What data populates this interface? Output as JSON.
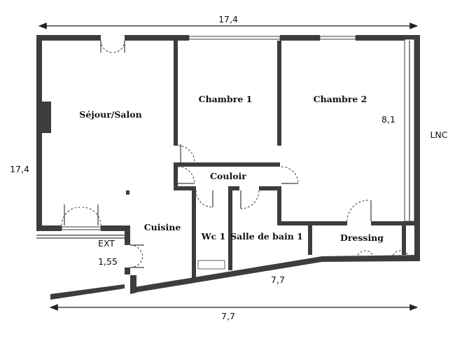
{
  "plan": {
    "rooms": {
      "sejour": "Séjour/Salon",
      "chambre1": "Chambre 1",
      "chambre2": "Chambre 2",
      "couloir": "Couloir",
      "cuisine": "Cuisine",
      "wc": "Wc 1",
      "sdb": "Salle de bain 1",
      "dressing": "Dressing",
      "ext": "EXT",
      "lnc": "LNC"
    },
    "dimensions": {
      "top_width": "17,4",
      "left_height": "17,4",
      "chambre2_side": "8,1",
      "ext_width": "1,55",
      "bottom_wall": "7,7",
      "bottom_width": "7,7"
    }
  }
}
